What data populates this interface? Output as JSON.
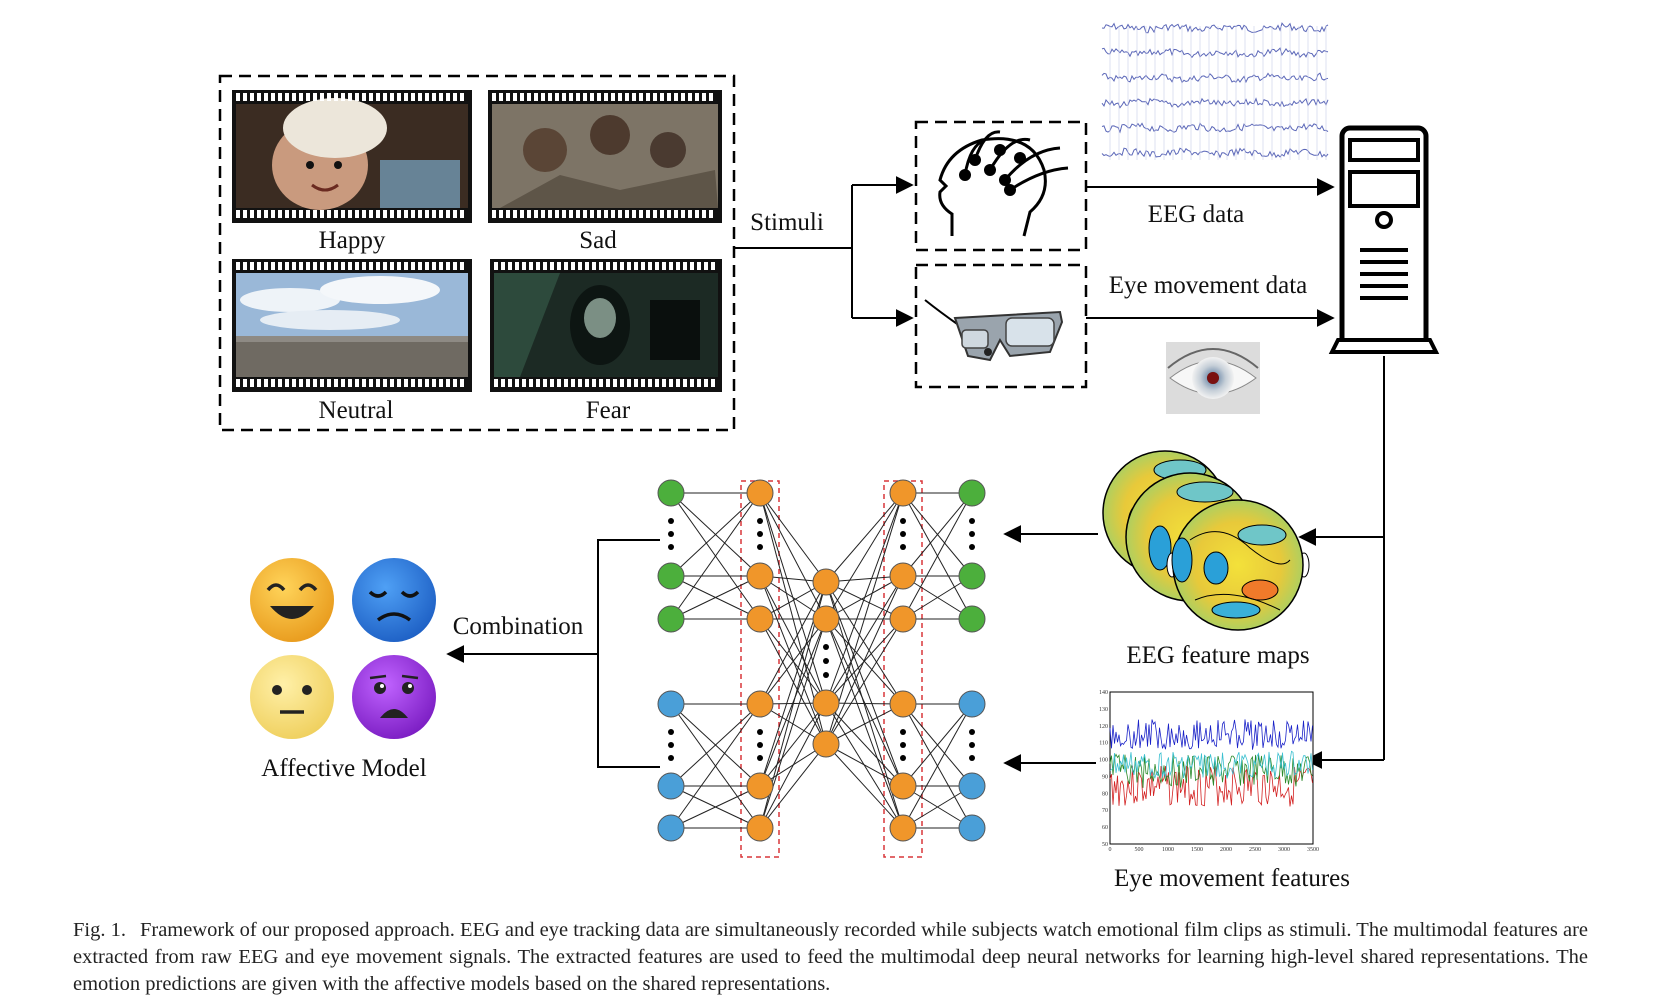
{
  "stimuli": {
    "clips": [
      "Happy",
      "Sad",
      "Neutral",
      "Fear"
    ],
    "arrow_label": "Stimuli"
  },
  "signals": {
    "eeg_label": "EEG data",
    "eye_label": "Eye movement data"
  },
  "features": {
    "eeg_label": "EEG feature maps",
    "eye_label": "Eye movement features"
  },
  "fusion": {
    "combination_label": "Combination",
    "model_label": "Affective Model"
  },
  "eye_plot": {
    "y_ticks": [
      "140",
      "130",
      "120",
      "110",
      "100",
      "90",
      "80",
      "70",
      "60",
      "50"
    ],
    "x_ticks": [
      "0",
      "500",
      "1000",
      "1500",
      "2000",
      "2500",
      "3000",
      "3500"
    ]
  },
  "caption": {
    "figure_label": "Fig. 1.",
    "text": "Framework of our proposed approach. EEG and eye tracking data are simultaneously recorded while subjects watch emotional film clips as stimuli. The multimodal features are extracted from raw EEG and eye movement signals. The extracted features are used to feed the multimodal deep neural networks for learning high-level shared representations. The emotion predictions are given with the affective models based on the shared representations."
  },
  "colors": {
    "green_node": "#4caf3c",
    "orange_node": "#f0962a",
    "blue_node": "#4a9fd8",
    "dashed_red": "#d9363a",
    "eeg_trace": "#5b67b8",
    "happy": "#f2b233",
    "sad": "#2f7ee0",
    "neutral": "#f6dc7a",
    "fear": "#9a2fd6"
  }
}
